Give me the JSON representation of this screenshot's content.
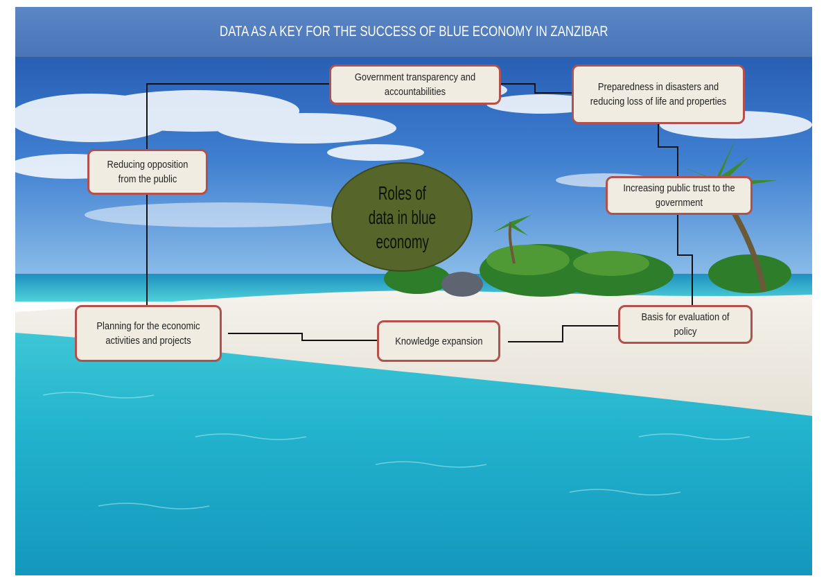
{
  "title": "DATA AS A KEY FOR THE SUCCESS OF BLUE ECONOMY IN ZANZIBAR",
  "center_label": [
    "Roles of",
    "data in blue",
    "economy"
  ],
  "nodes": {
    "government_transparency": "Government transparency and accountabilities",
    "preparedness_disasters": "Preparedness in disasters and reducing loss of life and properties",
    "reducing_opposition": "Reducing opposition from the public",
    "increasing_public_trust": "Increasing public trust to the government",
    "planning_economic": "Planning for the economic activities and projects",
    "knowledge_expansion": "Knowledge expansion",
    "basis_evaluation": "Basis for evaluation of policy"
  },
  "colors": {
    "banner": "#4a76b7",
    "box_border": "#b2504c",
    "box_fill": "#f1ece1",
    "ellipse_fill": "#566529",
    "connector": "#111111"
  }
}
